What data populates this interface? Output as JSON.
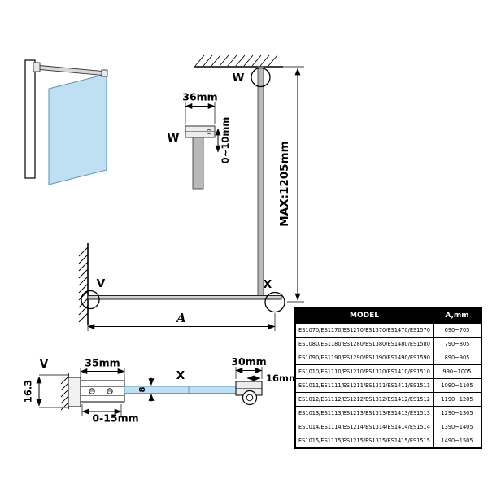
{
  "colors": {
    "glass": "#bfe0f2",
    "glass_edge": "#5a93b4",
    "metal": "#b9b9b9",
    "line": "#000000",
    "table_header_bg": "#000000",
    "table_header_text": "#ffffff"
  },
  "diagram": {
    "callouts": {
      "w": "W",
      "v": "V",
      "x": "X"
    },
    "dims": {
      "max_height": "MAX:1205mm",
      "a": "A"
    },
    "detail_w": {
      "label": "W",
      "width": "36mm",
      "adjust": "0~10mm"
    },
    "detail_v": {
      "label": "V",
      "depth": "16.3",
      "width": "35mm",
      "adjust": "0-15mm",
      "glass_thickness": "8"
    },
    "detail_x": {
      "label": "X",
      "width": "30mm",
      "bar": "16mm"
    }
  },
  "table": {
    "headers": [
      "MODEL",
      "A,mm"
    ],
    "rows": [
      {
        "model": "ES1070/ES1170/ES1270/ES1370/ES1470/ES1570",
        "a": "690~705"
      },
      {
        "model": "ES1080/ES1180/ES1280/ES1380/ES1480/ES1580",
        "a": "790~805"
      },
      {
        "model": "ES1090/ES1190/ES1290/ES1390/ES1490/ES1590",
        "a": "890~905"
      },
      {
        "model": "ES1010/ES1110/ES1210/ES1310/ES1410/ES1510",
        "a": "990~1005"
      },
      {
        "model": "ES1011/ES1111/ES1211/ES1311/ES1411/ES1511",
        "a": "1090~1105"
      },
      {
        "model": "ES1012/ES1112/ES1212/ES1312/ES1412/ES1512",
        "a": "1190~1205"
      },
      {
        "model": "ES1013/ES1113/ES1213/ES1313/ES1413/ES1513",
        "a": "1290~1305"
      },
      {
        "model": "ES1014/ES1114/ES1214/ES1314/ES1414/ES1514",
        "a": "1390~1405"
      },
      {
        "model": "ES1015/ES1115/ES1215/ES1315/ES1415/ES1515",
        "a": "1490~1505"
      }
    ]
  }
}
